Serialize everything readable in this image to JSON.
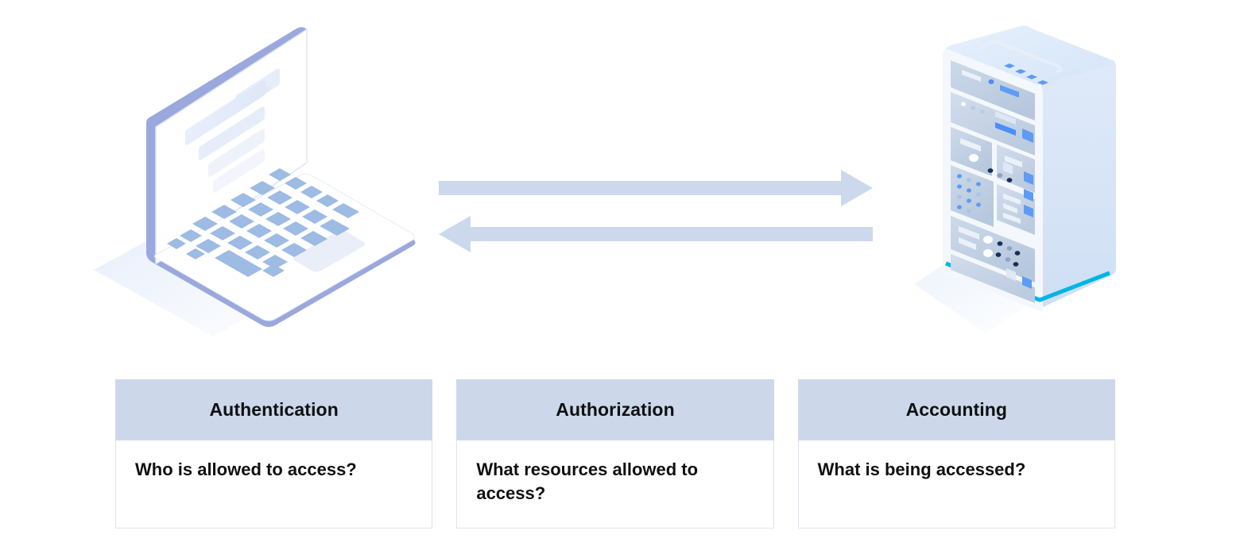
{
  "illustration": {
    "client_device": {
      "name": "laptop-computer",
      "screen_window": {
        "titlebar_dots": [
          "#56c8ef",
          "#3fe8d8",
          "#e5eaf4"
        ],
        "content_bars": 4
      },
      "colors": {
        "body": "#ffffff",
        "edge": "#9aa8dd",
        "keys": "#9dbbe3",
        "screen": "#ffffff",
        "screen_content": "#e6ecf7",
        "shadow": "#e8eefa"
      }
    },
    "server_device": {
      "name": "server-rack",
      "top_indicator_count": 4,
      "colors": {
        "top": "#dce8f8",
        "side": "#d6e4f6",
        "front_frame": "#f4f8fd",
        "panel": "#c3d2e4",
        "accent_blue": "#4c8ef7",
        "accent_cyan": "#00b5e2",
        "shadow": "#eef4fc"
      }
    },
    "arrows": [
      {
        "name": "request-arrow",
        "direction": "right",
        "label": "",
        "color": "#ccd9ec"
      },
      {
        "name": "response-arrow",
        "direction": "left",
        "label": "",
        "color": "#ccd9ec"
      }
    ]
  },
  "aaa_table": {
    "columns": [
      {
        "header": "Authentication",
        "body": "Who is allowed to access?"
      },
      {
        "header": "Authorization",
        "body": "What resources allowed to access?"
      },
      {
        "header": "Accounting",
        "body": "What is being accessed?"
      }
    ],
    "style": {
      "header_bg": "#ccd8ea",
      "body_border": "#dde4f0",
      "text_color": "#101010"
    }
  }
}
